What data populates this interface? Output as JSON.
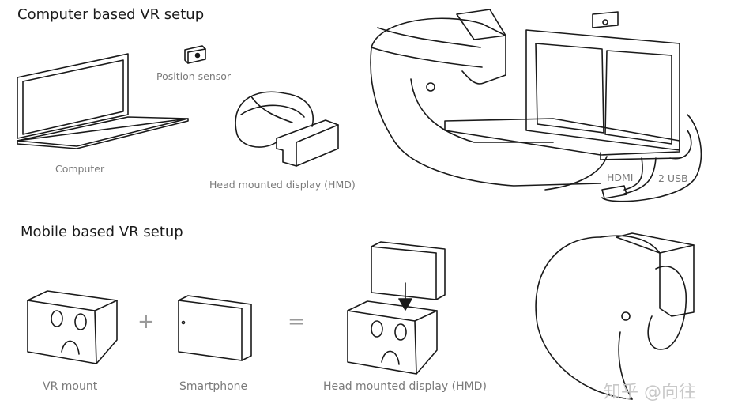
{
  "computer_section": {
    "title": "Computer based VR setup",
    "labels": {
      "computer": "Computer",
      "position_sensor": "Position sensor",
      "hmd": "Head mounted display (HMD)",
      "hdmi": "HDMI",
      "usb": "2 USB"
    }
  },
  "mobile_section": {
    "title": "Mobile based VR setup",
    "labels": {
      "vr_mount": "VR mount",
      "smartphone": "Smartphone",
      "hmd": "Head mounted display (HMD)"
    },
    "plus": "+",
    "equals": "="
  },
  "watermark": "知乎 @向往"
}
